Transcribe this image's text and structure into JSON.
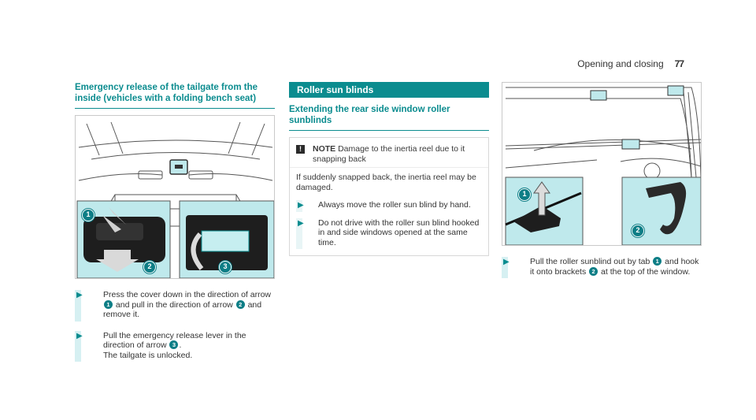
{
  "header": {
    "section": "Opening and closing",
    "page_number": "77"
  },
  "left": {
    "heading": "Emergency release of the tailgate from the inside (vehicles with a folding bench seat)",
    "callouts": [
      "1",
      "2",
      "3"
    ],
    "steps": [
      {
        "before": "Press the cover down in the direction of arrow ",
        "n1": "1",
        "mid": " and pull in the direction of arrow ",
        "n2": "2",
        "after": " and remove it."
      },
      {
        "before": "Pull the emergency release lever in the direction of arrow ",
        "n1": "3",
        "after": ".",
        "extra": "The tailgate is unlocked."
      }
    ]
  },
  "middle": {
    "banner": "Roller sun blinds",
    "heading": "Extending the rear side window roller sunblinds",
    "note": {
      "icon": "!",
      "label": "NOTE",
      "title": " Damage to the inertia reel due to it snapping back",
      "body": "If suddenly snapped back, the inertia reel may be damaged.",
      "bullets": [
        "Always move the roller sun blind by hand.",
        "Do not drive with the roller sun blind hooked in and side windows opened at the same time."
      ]
    }
  },
  "right": {
    "callouts": [
      "1",
      "2"
    ],
    "step": {
      "before": "Pull the roller sunblind out by tab ",
      "n1": "1",
      "mid": " and hook it onto brackets ",
      "n2": "2",
      "after": " at the top of the window."
    }
  },
  "colors": {
    "teal": "#0b8c8f",
    "light_teal": "#bfe9ec",
    "callout": "#0d7e86"
  }
}
